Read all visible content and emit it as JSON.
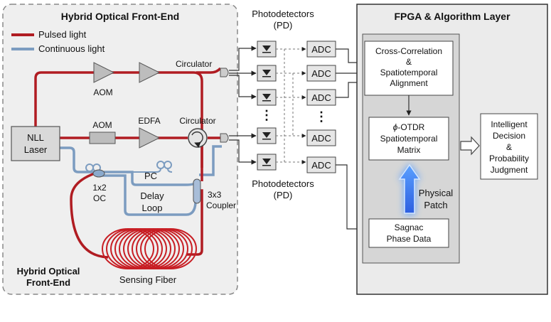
{
  "front_end": {
    "title": "Hybrid Optical Front-End",
    "legend_pulsed": "Pulsed light",
    "legend_continuous": "Continuous light",
    "footer": [
      "Hybrid Optical",
      "Front-End"
    ],
    "laser": [
      "NLL",
      "Laser"
    ],
    "aom_top": "AOM",
    "aom_mid": "AOM",
    "edfa": "EDFA",
    "circulator_top": "Circulator",
    "circulator_mid": "Circulator",
    "pc": "PC",
    "coupler_1x2": [
      "1x2",
      "OC"
    ],
    "delay_loop": [
      "Delay",
      "Loop"
    ],
    "coupler_3x3": [
      "3x3",
      "Coupler"
    ],
    "sensing_fiber": "Sensing Fiber"
  },
  "detectors": {
    "top_label": [
      "Photodetectors",
      "(PD)"
    ],
    "bottom_label": [
      "Photodetectors",
      "(PD)"
    ],
    "adc_label": "ADC",
    "dots": "⋮"
  },
  "fpga": {
    "title": "FPGA & Algorithm Layer",
    "cross_correlation": [
      "Cross-Correlation",
      "&",
      "Spatiotemporal",
      "Alignment"
    ],
    "otdr_symbol": "ϕ",
    "otdr": [
      "-OTDR",
      "Spatiotemporal",
      "Matrix"
    ],
    "physical_patch": [
      "Physical",
      "Patch"
    ],
    "sagnac": [
      "Sagnac",
      "Phase Data"
    ],
    "decision": [
      "Intelligent",
      "Decision",
      "&",
      "Probability",
      "Judgment"
    ]
  },
  "colors": {
    "pulsed": "#b01c22",
    "continuous": "#7c9cc0",
    "panel_bg": "#efefef",
    "fpga_bg": "#d9d9d9",
    "glow_arrow": "#3b7cf0"
  }
}
